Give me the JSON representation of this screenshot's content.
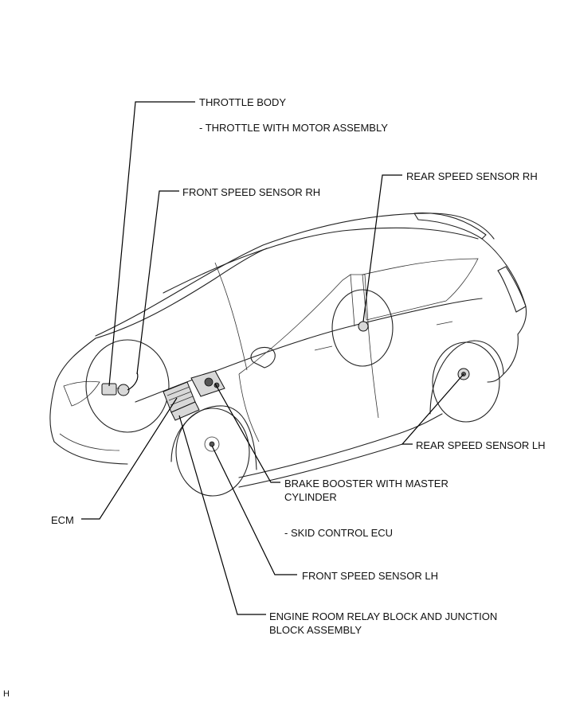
{
  "labels": {
    "throttle_body": "THROTTLE BODY",
    "throttle_motor": "- THROTTLE WITH MOTOR ASSEMBLY",
    "front_speed_sensor_rh": "FRONT SPEED SENSOR RH",
    "rear_speed_sensor_rh": "REAR SPEED SENSOR RH",
    "rear_speed_sensor_lh": "REAR SPEED SENSOR LH",
    "brake_booster": "BRAKE BOOSTER WITH MASTER CYLINDER",
    "skid_control_ecu": "- SKID CONTROL ECU",
    "ecm": "ECM",
    "front_speed_sensor_lh": "FRONT SPEED SENSOR LH",
    "relay_block": "ENGINE ROOM RELAY BLOCK AND JUNCTION BLOCK ASSEMBLY"
  },
  "footer": {
    "code": "H"
  }
}
